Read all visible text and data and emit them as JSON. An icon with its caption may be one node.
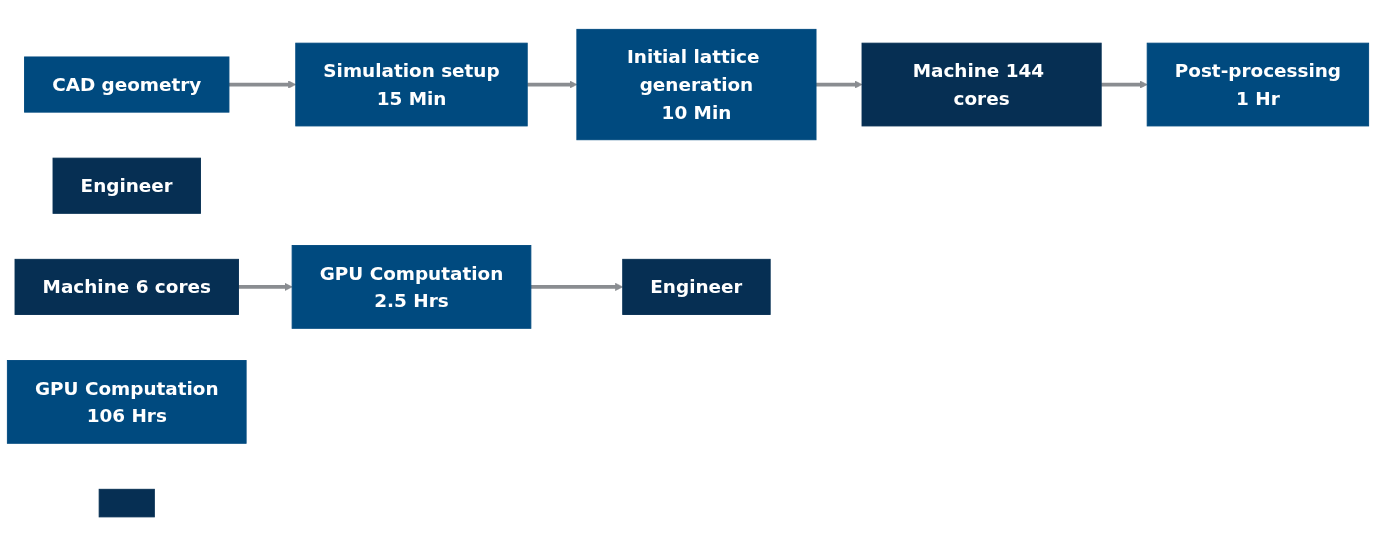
{
  "diagram": {
    "nodes": [
      {
        "text": [
          "CAD geometry"
        ]
      },
      {
        "text": [
          "Simulation setup",
          "15 Min"
        ]
      },
      {
        "text": [
          "Engineer"
        ]
      },
      {
        "text": [
          "Initial lattice generation",
          "10 Min"
        ]
      },
      {
        "text": [
          "Machine 6 cores"
        ]
      },
      {
        "text": [
          "GPU Computation",
          "106 Hrs"
        ]
      },
      {
        "text": [
          "Machine 144 cores"
        ]
      },
      {
        "text": [
          "GPU Computation",
          "2.5 Hrs"
        ]
      },
      {
        "text": [],
        "shape": "box"
      },
      {
        "text": [
          "Post-processing",
          "1 Hr"
        ]
      },
      {
        "text": [
          "Engineer"
        ]
      }
    ],
    "edges": [
      {
        "from": 0,
        "to": 1,
        "arrow": "to"
      },
      {
        "from": 1,
        "to": 3,
        "arrow": "to"
      },
      {
        "from": 3,
        "to": 6,
        "arrow": "to"
      },
      {
        "from": 4,
        "to": 7,
        "arrow": "to"
      },
      {
        "from": 6,
        "to": 9,
        "arrow": "to"
      },
      {
        "from": 7,
        "to": 10,
        "arrow": "to"
      }
    ]
  }
}
